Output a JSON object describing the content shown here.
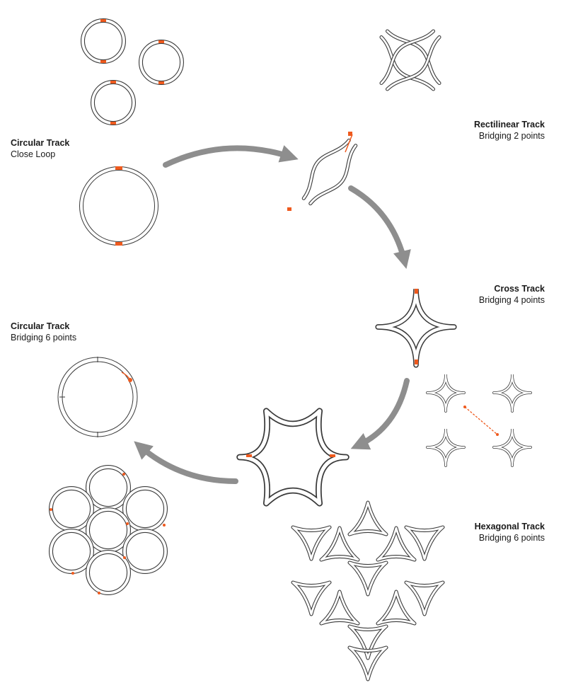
{
  "colors": {
    "track": "#3a3a3a",
    "accent": "#ef5a1e",
    "arrow": "#8e8e8e"
  },
  "labels": {
    "circular_close": {
      "title": "Circular Track",
      "subtitle": "Close Loop"
    },
    "rectilinear": {
      "title": "Rectilinear Track",
      "subtitle": "Bridging 2 points"
    },
    "cross": {
      "title": "Cross Track",
      "subtitle": "Bridging 4 points"
    },
    "circular_bridge": {
      "title": "Circular Track",
      "subtitle": "Bridging  6 points"
    },
    "hexagonal": {
      "title": "Hexagonal Track",
      "subtitle": "Bridging  6 points"
    }
  }
}
